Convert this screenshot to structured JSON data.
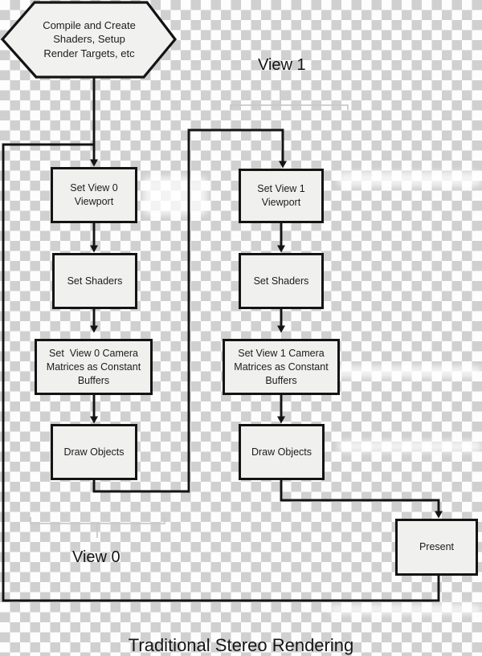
{
  "title": "Traditional Stereo Rendering",
  "labels": {
    "view0": "View 0",
    "view1": "View 1"
  },
  "start_hexagon": {
    "text": "Compile and Create Shaders, Setup Render Targets, etc"
  },
  "columns": {
    "view0": {
      "steps": [
        "Set View 0 Viewport",
        "Set Shaders",
        "Set  View 0 Camera Matrices as Constant Buffers",
        "Draw Objects"
      ]
    },
    "view1": {
      "steps": [
        "Set View 1 Viewport",
        "Set Shaders",
        "Set View 1 Camera Matrices as Constant Buffers",
        "Draw Objects"
      ]
    }
  },
  "present_box": {
    "label": "Present"
  },
  "colors": {
    "line": "#141414",
    "box_fill": "#f0f0ee",
    "brace": "#c9c9c9",
    "checker_dark": "#d0d0d0",
    "checker_light": "#fdfdfd",
    "text": "#1c1c1c"
  }
}
